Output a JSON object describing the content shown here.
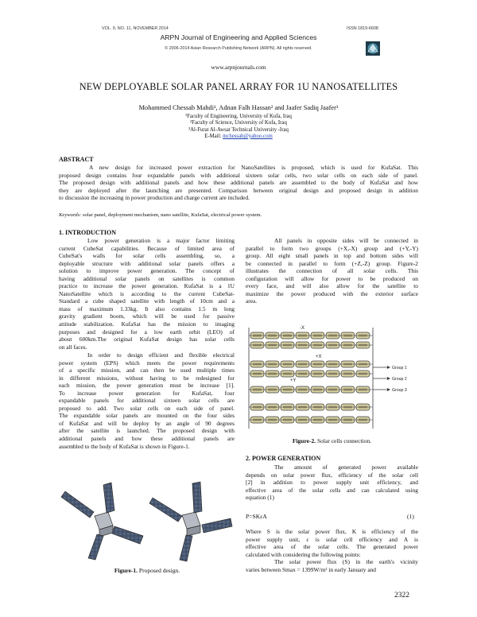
{
  "header": {
    "vol": "VOL. 9, NO. 11, NOVEMBER 2014",
    "issn": "ISSN 1819-6608",
    "journal": "ARPN Journal of Engineering and Applied Sciences",
    "copyright": "© 2006-2014 Asian Research Publishing Network (ARPN). All rights reserved.",
    "url": "www.arpnjournals.com"
  },
  "paper": {
    "title": "NEW DEPLOYABLE SOLAR PANEL ARRAY FOR 1U NANOSATELLITES",
    "authors": "Mohammed Chessab Mahdi¹, Adnan Falh Hassan² and Jaafer Sadiq Jaafer³",
    "affiliations": [
      "¹Faculty of Engineering, University of Kufa, Iraq",
      "²Faculty of Science, University of Kufa, Iraq",
      "³Al-Furat Al-Awsat Technical University -Iraq"
    ],
    "email_label": "E-Mail: ",
    "email": "mchessab@yahoo.com"
  },
  "abstract": {
    "heading": "ABSTRACT",
    "lines": [
      "A new design for increased power extraction for NanoSatellites is proposed, which is used for KufaSat. This",
      "proposed design contains four expandable panels with additional sixteen solar cells, two solar cells on each side of panel.",
      "The proposed design with additional panels and how these additional panels are assembled to the body of KufaSat and how",
      "they are deployed after the launching are presented. Comparison between original design and proposed design in addition",
      "to discussion the increasing in power production and charge current are included."
    ],
    "keywords_label": "Keywords:",
    "keywords": " solar panel, deployment mechanism, nano satellite, KufaSat, electrical power system."
  },
  "left": {
    "intro_heading": "1. INTRODUCTION",
    "p1": [
      "Low power generation is a major factor limiting",
      "current CubeSat capabilities. Because of limited area of",
      "CubeSat's walls for solar cells assembling, so, a",
      "deployable structure with additional solar panels offers a",
      "solution to improve power generation. The concept of",
      "having additional solar panels on satellites is common",
      "practice to increase the power generation. KufaSat is a 1U",
      "NanoSatellite which is according to the current CubeSat-",
      "Standard a cube shaped satellite with length of 10cm and a",
      "mass of maximum 1.33kg. It also contains 1.5 m long",
      "gravity gradient boom, which will be used for passive",
      "attitude stabilization. KufaSat has the mission to imaging",
      "purposes and designed for a low earth orbit (LEO) of",
      "about 600km.The original KufaSat design has solar cells",
      "on all faces."
    ],
    "p2": [
      "In order to design efficient and flexible electrical",
      "power system (EPS) which meets the power requirements",
      "of a specific mission, and can then be used multiple times",
      "in different missions, without having to be redesigned for",
      "each mission, the power generation must be increase [1].",
      "To increase power generation for KufaSat, four",
      "expandable panels for additional sixteen solar cells are",
      "proposed to add. Two solar cells on each side of panel.",
      "The expandable solar panels are mounted on the four sides",
      "of KufaSat and will be deploy by an angle of 90 degrees",
      "after the satellite is launched. The proposed design with",
      "additional panels and how these additional panels are",
      "assembled to the body of KufaSat is shown in Figure-1."
    ],
    "fig1_caption_bold": "Figure-1.",
    "fig1_caption": " Proposed design."
  },
  "right": {
    "p1": [
      "All panels in opposite sides will be connected in",
      "parallel to form two groups (+X,-X) group and (+Y,-Y)",
      "group. All eight small panels in top and bottom sides will",
      "be connected in parallel to form (+Z,-Z) group. Figure-2",
      "illustrates the connection of all solar cells. This",
      "configuration will allow for power to be produced on",
      "every face, and will also allow for the satellite to",
      "maximize the power produced with the exterior surface",
      "area."
    ],
    "fig2_labels": {
      "minus_x": "-X",
      "plus_x": "+X",
      "plus_y": "+Y",
      "group1": "Group 1",
      "group2": "Group 2",
      "group3": "Group 3"
    },
    "fig2_caption_bold": "Figure-2.",
    "fig2_caption": " Solar cells connection.",
    "power_heading": "2. POWER GENERATION",
    "p2": [
      "The amount of generated power available",
      "depends on solar power flux, efficiency of the solar cell",
      "[2] in addition to power supply unit efficiency, and",
      "effective area of the solar cells and can calculated using",
      "equation (1)"
    ],
    "equation": "P=SKεA",
    "equation_no": "(1)",
    "p3": [
      "Where S is the solar power flux, K is efficiency of the",
      "power supply unit, ε is solar cell efficiency and A is",
      "effective area of the solar cells. The generated power",
      "calculated with considering the following points:",
      "The solar power flux (S) in the earth's vicinity",
      "varies between Smax = 1399W/m² in early January and"
    ]
  },
  "footer": {
    "page_number": "2322"
  }
}
